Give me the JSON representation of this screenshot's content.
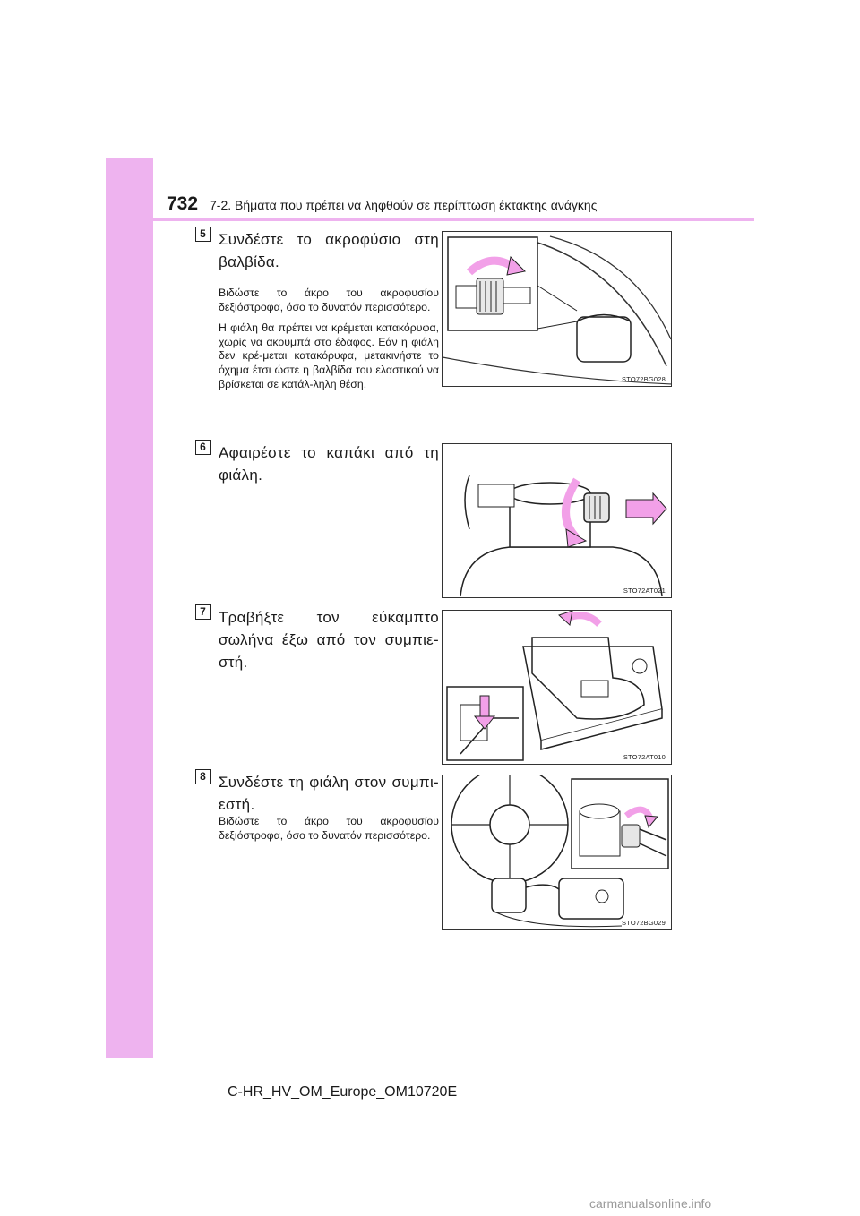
{
  "header": {
    "page_number": "732",
    "section_title": "7-2. Βήματα που πρέπει να ληφθούν σε περίπτωση έκτακτης ανάγκης"
  },
  "steps": [
    {
      "number": "5",
      "title": "Συνδέστε το ακροφύσιο στη βαλβίδα.",
      "paragraphs": [
        "Βιδώστε το άκρο του ακροφυσίου δεξιόστροφα, όσο το δυνατόν περισσότερο.",
        "Η φιάλη θα πρέπει να κρέμεται κατακόρυφα, χωρίς να ακουμπά στο έδαφος. Εάν η φιάλη δεν κρέ-μεται κατακόρυφα, μετακινήστε το όχημα έτσι ώστε η βαλβίδα του ελαστικού να βρίσκεται σε κατάλ-ληλη θέση."
      ],
      "figure_code": "STO72BG028"
    },
    {
      "number": "6",
      "title": "Αφαιρέστε το καπάκι από τη φιάλη.",
      "paragraphs": [],
      "figure_code": "STO72AT021"
    },
    {
      "number": "7",
      "title": "Τραβήξτε τον εύκαμπτο σωλήνα έξω από τον συμπιε-στή.",
      "paragraphs": [],
      "figure_code": "STO72AT010"
    },
    {
      "number": "8",
      "title": "Συνδέστε τη φιάλη στον συμπι-εστή.",
      "paragraphs": [
        "Βιδώστε το άκρο του ακροφυσίου δεξιόστροφα, όσο το δυνατόν περισσότερο."
      ],
      "figure_code": "STO72BG029"
    }
  ],
  "footer": {
    "document_code": "C-HR_HV_OM_Europe_OM10720E"
  },
  "watermark": "carmanualsonline.info",
  "colors": {
    "accent_pink": "#eeb3ef",
    "arrow_pink": "#f2a0e8"
  }
}
